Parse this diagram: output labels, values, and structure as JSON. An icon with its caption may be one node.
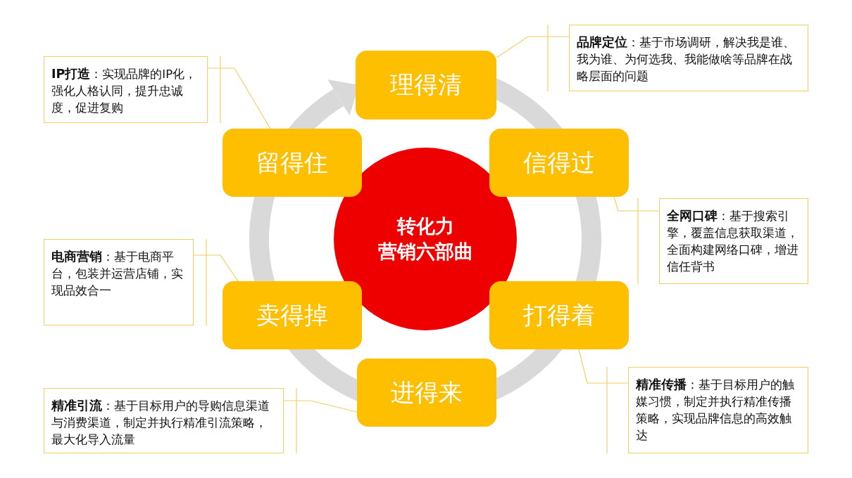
{
  "diagram": {
    "nodes": [
      {
        "text": [
          "转化力",
          "营销六部曲"
        ]
      },
      {
        "text": [
          "理得清"
        ]
      },
      {
        "text": [
          "信得过"
        ]
      },
      {
        "text": [
          "打得着"
        ]
      },
      {
        "text": [
          "进得来"
        ]
      },
      {
        "text": [
          "卖得掉"
        ]
      },
      {
        "text": [
          "留得住"
        ]
      },
      {
        "text": [
          "**品牌定位**：基于市场调研，解决我是谁、我为谁、为何选我、我能做啥等品牌在战略层面的问题"
        ]
      },
      {
        "text": [
          "**全网口碑**：基于搜索引擎，覆盖信息获取渠道，全面构建网络口碑，增进信任背书"
        ]
      },
      {
        "text": [
          "**精准传播**：基于目标用户的触媒习惯，制定并执行精准传播策略，实现品牌信息的高效触达"
        ]
      },
      {
        "text": [
          "**精准引流**：基于目标用户的导购信息渠道与消费渠道，制定并执行精准引流策略，最大化导入流量"
        ]
      },
      {
        "text": [
          "**电商营销**：基于电商平台，包装并运营店铺，实现品效合一"
        ]
      },
      {
        "text": [
          "**IP打造**：实现品牌的IP化，强化人格认同，提升忠诚度，促进复购"
        ]
      }
    ],
    "edges": [
      {
        "from": 7,
        "to": 1,
        "arrow": "none"
      },
      {
        "from": 8,
        "to": 2,
        "arrow": "none"
      },
      {
        "from": 9,
        "to": 3,
        "arrow": "none"
      },
      {
        "from": 10,
        "to": 4,
        "arrow": "none"
      },
      {
        "from": 11,
        "to": 5,
        "arrow": "none"
      },
      {
        "from": 12,
        "to": 6,
        "arrow": "none"
      }
    ]
  }
}
